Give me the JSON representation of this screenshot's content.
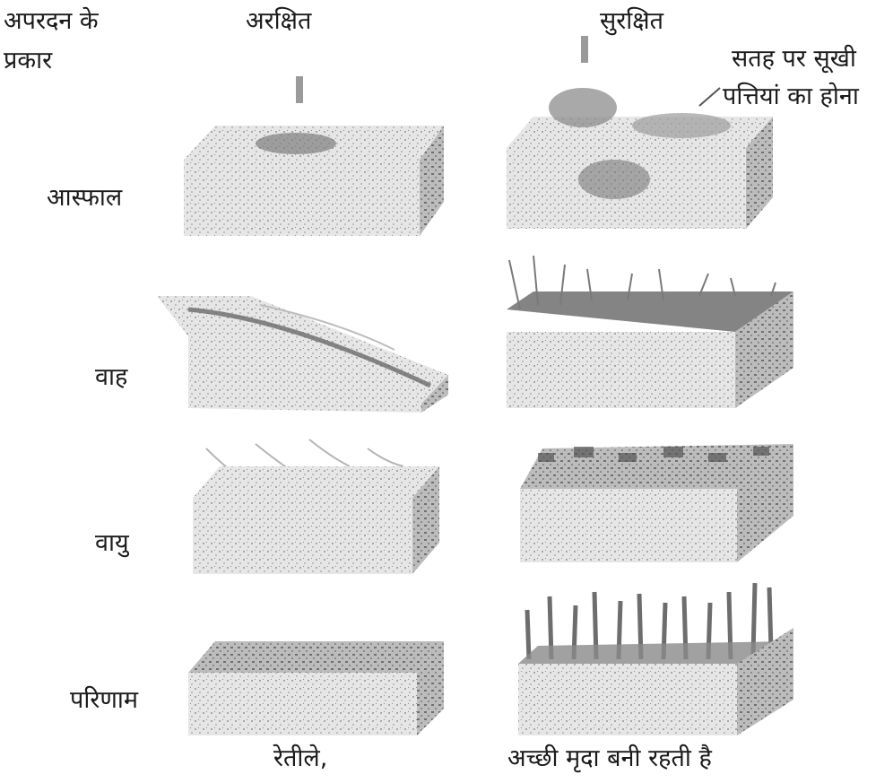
{
  "header": {
    "type_label_line1": "अपरदन के",
    "type_label_line2": "प्रकार",
    "unprotected": "अरक्षित",
    "protected": "सुरक्षित"
  },
  "annotation": {
    "line1": "सतह पर सूखी",
    "line2": "पत्तियां का होना"
  },
  "rows": [
    {
      "label": "आस्फाल"
    },
    {
      "label": "वाह"
    },
    {
      "label": "वायु"
    },
    {
      "label": "परिणाम"
    }
  ],
  "captions": {
    "unprotected": "रेतीले,",
    "protected": "अच्छी मृदा बनी रहती है"
  },
  "colors": {
    "ink": "#1a1a1a",
    "soil_light": "#d9d9d9",
    "soil_dark": "#6d6d6d"
  }
}
